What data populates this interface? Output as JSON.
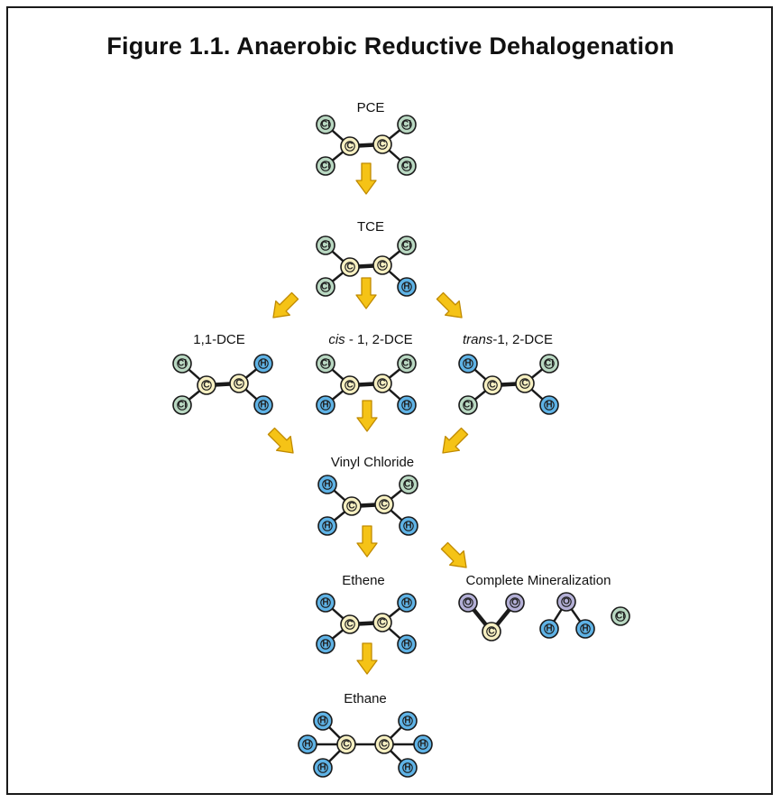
{
  "title": "Figure 1.1. Anaerobic Reductive Dehalogenation",
  "labels": {
    "pce": "PCE",
    "tce": "TCE",
    "dce11": "1,1-DCE",
    "cis_italic": "cis",
    "cis_rest": " - 1, 2-DCE",
    "trans_italic": "trans",
    "trans_rest": "-1, 2-DCE",
    "vinyl_chloride": "Vinyl Chloride",
    "ethene": "Ethene",
    "complete_mineralization": "Complete Mineralization",
    "ethane": "Ethane"
  },
  "atom_symbols": {
    "carbon": "C",
    "chlorine": "Cl",
    "hydrogen": "H",
    "oxygen": "O"
  },
  "colors": {
    "carbon": "#f7f0c2",
    "chlorine": "#b9d8c2",
    "hydrogen": "#5fb3e6",
    "oxygen": "#b3afd6",
    "arrow": "#f5c316",
    "arrow_stroke": "#c08a00",
    "bond": "#1a1a1a"
  }
}
